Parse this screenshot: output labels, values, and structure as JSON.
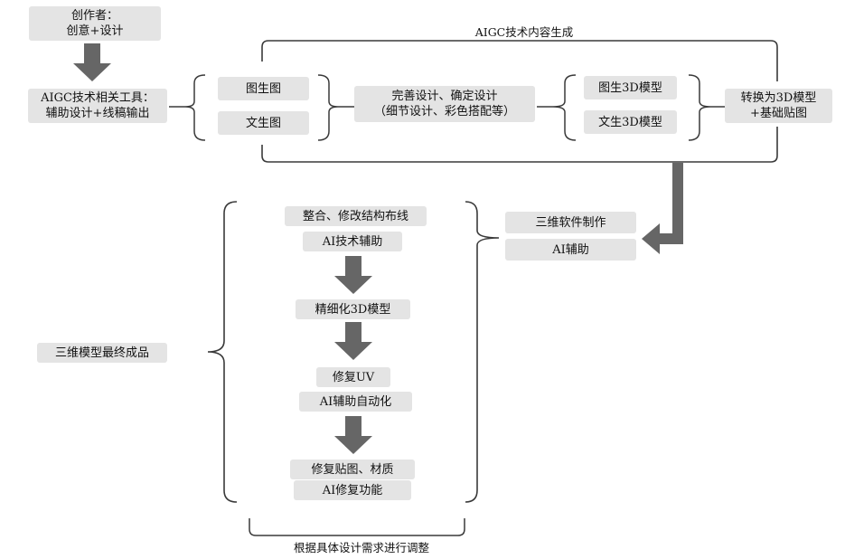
{
  "nodes": {
    "creator": {
      "line1": "创作者：",
      "line2": "创意+设计"
    },
    "aigc_tools": {
      "line1": "AIGC技术相关工具：",
      "line2": "辅助设计+线稿输出"
    },
    "img2img": "图生图",
    "txt2img": "文生图",
    "refine": {
      "line1": "完善设计、确定设计",
      "line2": "（细节设计、彩色搭配等）"
    },
    "img2model": "图生3D模型",
    "txt2model": "文生3D模型",
    "convert": {
      "line1": "转换为3D模型",
      "line2": "+基础贴图"
    },
    "software": "三维软件制作",
    "ai_assist": "AI辅助",
    "integrate": "整合、修改结构布线",
    "ai_tech": "AI技术辅助",
    "fine_model": "精细化3D模型",
    "fix_uv": "修复UV",
    "ai_auto": "AI辅助自动化",
    "fix_texture": "修复贴图、材质",
    "ai_fix": "AI修复功能",
    "final": "三维模型最终成品"
  },
  "labels": {
    "aigc_group": "AIGC技术内容生成",
    "adjust": "根据具体设计需求进行调整"
  },
  "colors": {
    "box_fill": "#e4e4e4",
    "arrow": "#666666",
    "line": "#3a3a3a"
  }
}
